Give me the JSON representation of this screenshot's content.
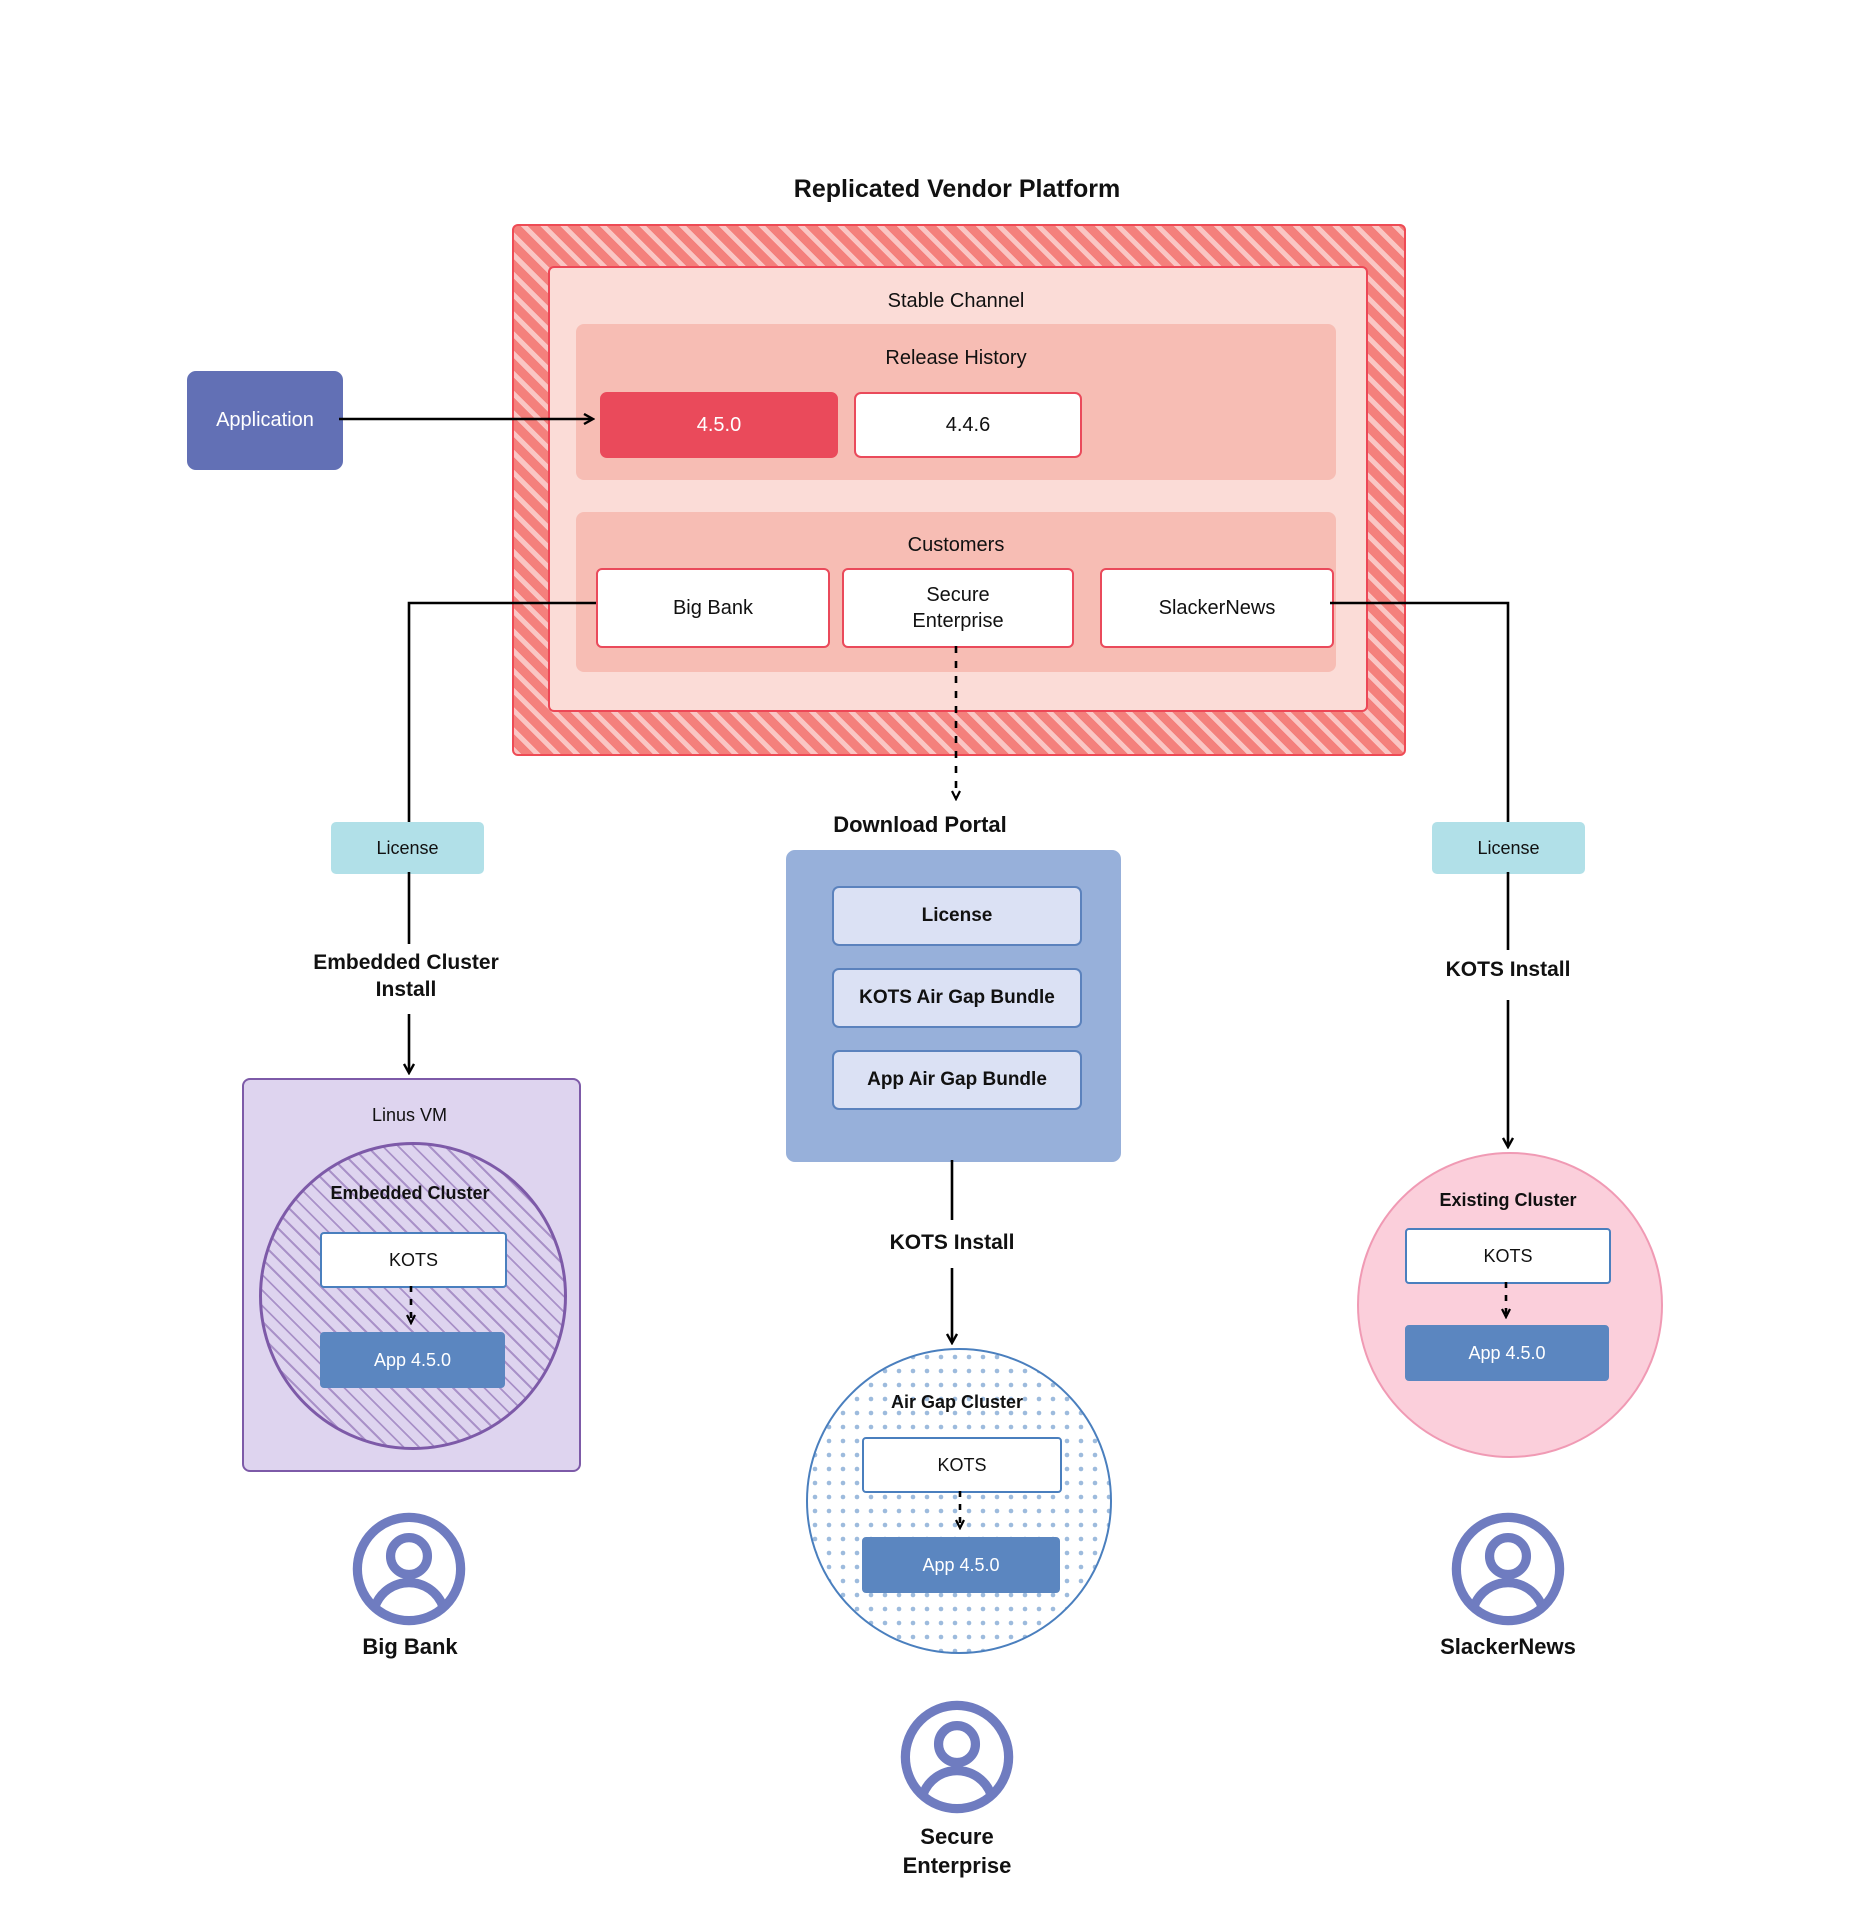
{
  "diagram": {
    "title": "Replicated Vendor Platform",
    "application": {
      "label": "Application"
    },
    "vendor_platform": {
      "channel": {
        "title": "Stable Channel"
      },
      "release_history": {
        "title": "Release History",
        "releases": [
          {
            "version": "4.5.0",
            "state": "active"
          },
          {
            "version": "4.4.6",
            "state": "inactive"
          }
        ]
      },
      "customers": {
        "title": "Customers",
        "items": [
          {
            "name": "Big Bank"
          },
          {
            "name": "Secure Enterprise"
          },
          {
            "name": "SlackerNews"
          }
        ]
      }
    },
    "download_portal": {
      "title": "Download  Portal",
      "artifacts": [
        {
          "label": "License"
        },
        {
          "label": "KOTS Air Gap Bundle"
        },
        {
          "label": "App Air Gap Bundle"
        }
      ]
    },
    "branches": {
      "left": {
        "license_label": "License",
        "install_label": "Embedded Cluster\nInstall",
        "install_label_line1": "Embedded Cluster",
        "install_label_line2": "Install",
        "host": {
          "title": "Linus VM"
        },
        "cluster": {
          "title": "Embedded Cluster"
        },
        "kots": {
          "label": "KOTS"
        },
        "app": {
          "label": "App 4.5.0"
        },
        "customer": {
          "name": "Big Bank"
        }
      },
      "center": {
        "install_label": "KOTS Install",
        "cluster": {
          "title": "Air Gap Cluster"
        },
        "kots": {
          "label": "KOTS"
        },
        "app": {
          "label": "App 4.5.0"
        },
        "customer_line1": "Secure",
        "customer_line2": "Enterprise"
      },
      "right": {
        "license_label": "License",
        "install_label": "KOTS Install",
        "cluster": {
          "title": "Existing Cluster"
        },
        "kots": {
          "label": "KOTS"
        },
        "app": {
          "label": "App 4.5.0"
        },
        "customer": {
          "name": "SlackerNews"
        }
      }
    },
    "icons": {
      "user_avatar": "user-avatar-icon",
      "arrow": "arrow-icon"
    },
    "colors": {
      "platform_hatch": "#f4807c",
      "platform_border": "#ee4b55",
      "channel_panel": "#fbdcd7",
      "release_panel": "#f7bdb4",
      "release_active": "#ea4a5b",
      "application": "#6270b5",
      "license": "#b1e0e8",
      "portal": "#97b0da",
      "portal_item": "#dbe1f4",
      "vm": "#ded4ef",
      "vm_border": "#7d5aa8",
      "existing_cluster": "#fbcfdb",
      "existing_cluster_border": "#f09ab4",
      "airgap_border": "#4a7fbe",
      "app_version": "#5b86c0",
      "avatar": "#6f7cc0"
    }
  }
}
